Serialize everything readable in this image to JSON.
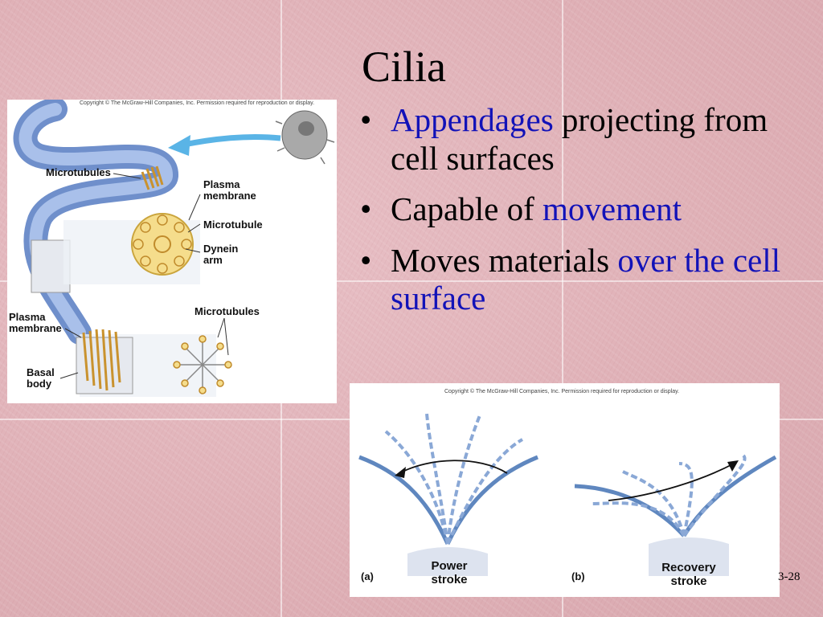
{
  "slide": {
    "title": "Cilia",
    "slide_number": "3-28",
    "bullets": [
      {
        "parts": [
          {
            "text": "Appendages",
            "color": "blue"
          },
          {
            "text": " projecting from cell surfaces",
            "color": "black"
          }
        ]
      },
      {
        "parts": [
          {
            "text": "Capable of ",
            "color": "black"
          },
          {
            "text": "movement",
            "color": "blue"
          }
        ]
      },
      {
        "parts": [
          {
            "text": "Moves materials ",
            "color": "black"
          },
          {
            "text": "over the cell surface",
            "color": "blue"
          }
        ]
      }
    ]
  },
  "figure_structure": {
    "copyright": "Copyright © The McGraw-Hill Companies, Inc. Permission required for reproduction or display.",
    "labels": {
      "microtubules_top": "Microtubules",
      "plasma_membrane_right": "Plasma membrane",
      "microtubule": "Microtubule",
      "dynein_arm": "Dynein arm",
      "microtubules_bottom": "Microtubules",
      "plasma_membrane_left": "Plasma membrane",
      "basal_body": "Basal body"
    }
  },
  "figure_motion": {
    "copyright": "Copyright © The McGraw-Hill Companies, Inc. Permission required for reproduction or display.",
    "panel_a_letter": "(a)",
    "panel_a_label": "Power stroke",
    "panel_b_letter": "(b)",
    "panel_b_label": "Recovery stroke"
  },
  "colors": {
    "background": "#e3b7bd",
    "accent_blue": "#1212b8",
    "cilium_blue": "#7e9fd6"
  }
}
